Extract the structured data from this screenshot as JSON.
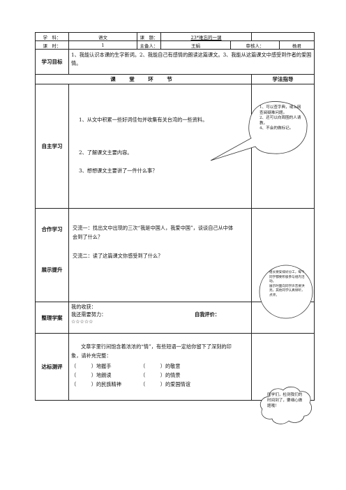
{
  "header": {
    "row1": {
      "subject_label": "学　科：",
      "subject_value": "语文",
      "topic_label": "课　题：",
      "topic_value": "23*难忘的一课"
    },
    "row2": {
      "period_label": "课　时：",
      "period_value": "1",
      "lead_label": "主备人：",
      "lead_value": "王娟",
      "reviewer_label": "审核人：",
      "reviewer_value": "杨君"
    }
  },
  "goals": {
    "label": "学习目标",
    "text": "1、我能认识本课的生字新词。2、我能自己有感情的朗读这篇课文。3、我能从这篇课文中感受到作者的爱国情。"
  },
  "section_header": {
    "left": "课　堂　环　节",
    "right": "学法指导"
  },
  "self_study": {
    "label": "自主学习",
    "items": [
      "1、从文中积累一些好词佳句并收集有关台湾的一些资料。",
      "2、了解课文主要内容。",
      "3、想想课文主要讲了一件什么事？"
    ],
    "bubble": "1、可以查字典，或上网查阅疑难问题。\n2、还可以向周围的人请教。\n4、不会的做标记。"
  },
  "cooperate": {
    "label_top": "合作学习",
    "label_bottom": "展示提升",
    "exchange1": "交流一：找出文中出现的三次“我是中国人，我爱中国”，谈谈自己从中体会到了什么？",
    "exchange2": "交流二：读了这篇课文你感受到了什么？",
    "bubble": "组长要安排好分工，每个同学都要积极参与组内活动。\n展示时面向同学声音要洪亮，其他同学认真倾听，点评。"
  },
  "organize": {
    "label": "整理学案",
    "gain": "我的收获：",
    "effort": "我还需要努力：",
    "eval_label": "自我评价：",
    "stars": "☆☆☆☆☆"
  },
  "test": {
    "label": "达标测评",
    "intro": "文章字里行间饱含着浓浓的“情”，有些短语一定给你留下了深刻的印象，请补充完整：",
    "lines": [
      {
        "a": "（　　　）地握手",
        "b": "（　　　）的敬意"
      },
      {
        "a": "（　　　）地朗读",
        "b": "（　　　）的情景"
      },
      {
        "a": "（　　　）的民族精神",
        "b": "（　　　）的爱国情谊"
      }
    ],
    "bubble": "同学们，检测我们的时间到了，要细心做题哦！"
  }
}
